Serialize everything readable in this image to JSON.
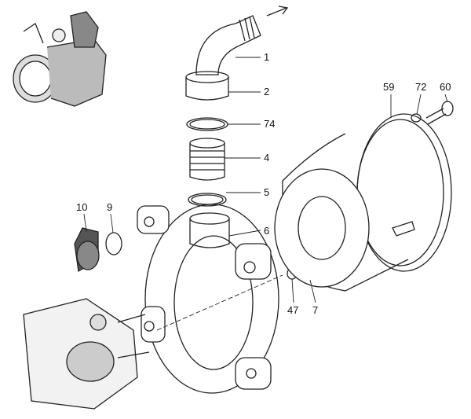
{
  "labels": {
    "p1": "1",
    "p2": "2",
    "p74": "74",
    "p4": "4",
    "p5": "5",
    "p6": "6",
    "p10": "10",
    "p9": "9",
    "p59": "59",
    "p72": "72",
    "p60": "60",
    "p47": "47",
    "p7": "7"
  }
}
